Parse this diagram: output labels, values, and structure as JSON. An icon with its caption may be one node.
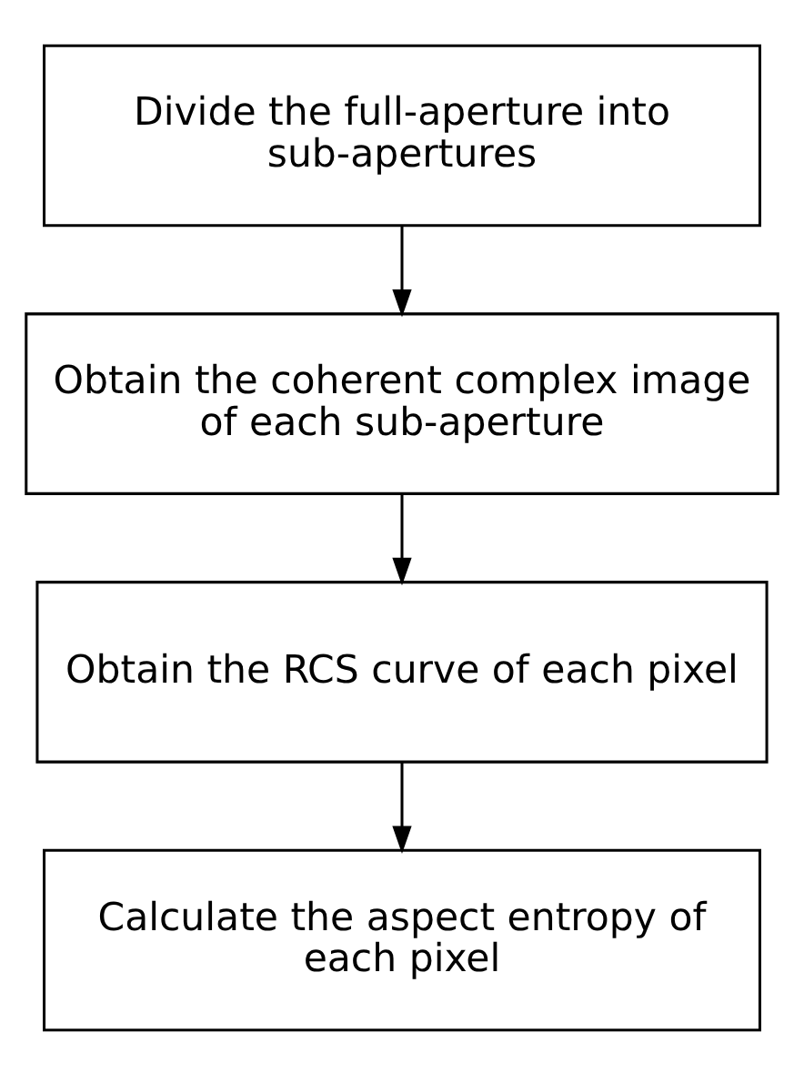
{
  "diagram": {
    "nodes": [
      {
        "text": [
          "Divide the full-aperture into sub-apertures"
        ]
      },
      {
        "text": [
          "Obtain the coherent complex image of each sub-aperture"
        ]
      },
      {
        "text": [
          "Obtain the RCS curve of each pixel"
        ]
      },
      {
        "text": [
          "Calculate the aspect entropy of each pixel"
        ]
      }
    ],
    "edges": [
      {
        "from": 0,
        "to": 1,
        "arrow": "to"
      },
      {
        "from": 1,
        "to": 2,
        "arrow": "to"
      },
      {
        "from": 2,
        "to": 3,
        "arrow": "to"
      }
    ]
  }
}
